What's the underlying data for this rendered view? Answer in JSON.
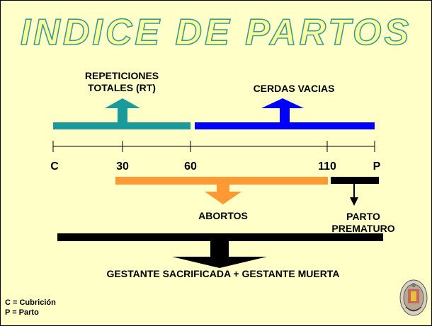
{
  "title": "INDICE DE PARTOS",
  "labels": {
    "repeticiones": "REPETICIONES TOTALES (RT)",
    "cerdas_vacias": "CERDAS VACIAS",
    "abortos": "ABORTOS",
    "parto_prematuro": "PARTO PREMATURO",
    "gestante": "GESTANTE SACRIFICADA + GESTANTE MUERTA"
  },
  "axis": {
    "ticks": [
      "C",
      "30",
      "60",
      "110",
      "P"
    ]
  },
  "legend": {
    "c": "C = Cubrición",
    "p": "P = Parto"
  },
  "colors": {
    "background": "#ffffc8",
    "title_fill": "#ffff99",
    "title_outline": "#3a9a9a",
    "teal": "#1a9a9a",
    "blue": "#0000ff",
    "orange": "#ff9933",
    "black": "#000000"
  },
  "icons": {
    "seal": "university-seal-icon"
  }
}
